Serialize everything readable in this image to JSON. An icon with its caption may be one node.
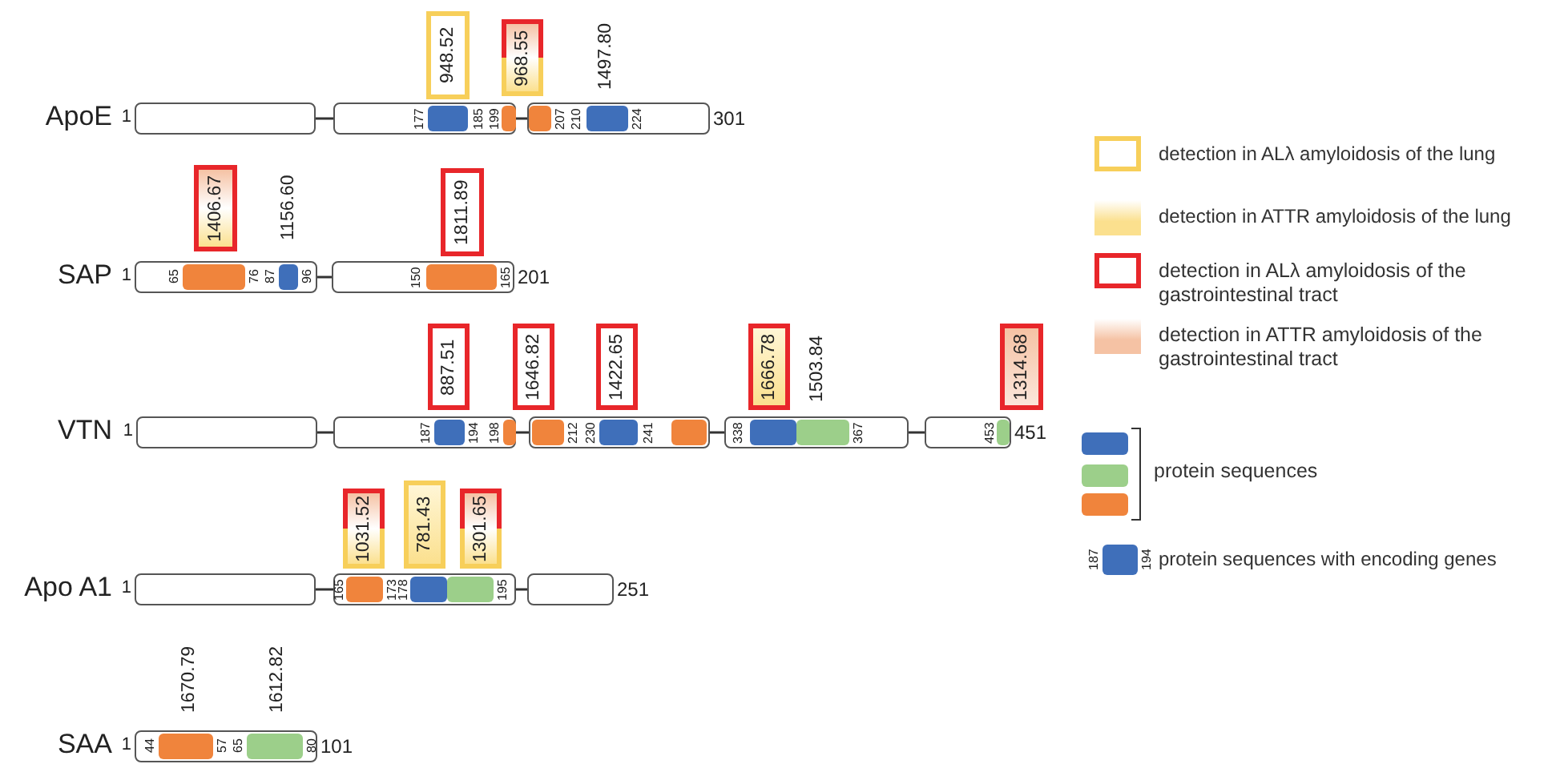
{
  "diagram": {
    "nodes": [
      {
        "text": [
          "948.52"
        ]
      },
      {
        "text": [
          "968.55"
        ]
      },
      {
        "text": [],
        "shape": "box",
        "beside": [
          "ApoE",
          "1"
        ]
      },
      {
        "text": [
          "177",
          "185",
          "199"
        ]
      },
      {
        "text": [
          "207",
          "210",
          "224"
        ],
        "beside": [
          "301"
        ]
      },
      {
        "text": [
          "1406.67"
        ]
      },
      {
        "text": [
          "1811.89"
        ]
      },
      {
        "text": [
          "65",
          "76",
          "87",
          "96"
        ],
        "beside": [
          "SAP",
          "1"
        ]
      },
      {
        "text": [
          "150",
          "165"
        ],
        "beside": [
          "201"
        ]
      },
      {
        "text": [
          "887.51"
        ]
      },
      {
        "text": [
          "1646.82"
        ]
      },
      {
        "text": [
          "1422.65"
        ]
      },
      {
        "text": [
          "1666.78"
        ]
      },
      {
        "text": [
          "1314.68"
        ]
      },
      {
        "text": [],
        "shape": "box",
        "beside": [
          "VTN",
          "1"
        ]
      },
      {
        "text": [
          "187",
          "194",
          "198"
        ]
      },
      {
        "text": [
          "212",
          "230",
          "241"
        ]
      },
      {
        "text": [
          "338",
          "367"
        ]
      },
      {
        "text": [
          "453"
        ],
        "beside": [
          "451"
        ]
      },
      {
        "text": [
          "1031.52"
        ]
      },
      {
        "text": [
          "781.43"
        ]
      },
      {
        "text": [
          "1301.65"
        ]
      },
      {
        "text": [],
        "shape": "box",
        "beside": [
          "Apo A1",
          "1"
        ]
      },
      {
        "text": [
          "165",
          "173",
          "178",
          "195"
        ]
      },
      {
        "text": [],
        "shape": "box",
        "beside": [
          "251"
        ]
      },
      {
        "text": [
          "44",
          "57",
          "65",
          "80"
        ],
        "beside": [
          "SAA",
          "1",
          "101"
        ]
      }
    ],
    "edges": [
      {
        "from": 2,
        "to": 3,
        "arrow": "none"
      },
      {
        "from": 3,
        "to": 4,
        "arrow": "none"
      },
      {
        "from": 7,
        "to": 8,
        "arrow": "none"
      },
      {
        "from": 14,
        "to": 15,
        "arrow": "none"
      },
      {
        "from": 15,
        "to": 16,
        "arrow": "none"
      },
      {
        "from": 16,
        "to": 17,
        "arrow": "none"
      },
      {
        "from": 17,
        "to": 18,
        "arrow": "none"
      },
      {
        "from": 22,
        "to": 23,
        "arrow": "none"
      },
      {
        "from": 23,
        "to": 24,
        "arrow": "none"
      }
    ],
    "labels": [
      "1497.80",
      "1156.60",
      "1503.84",
      "1670.79",
      "1612.82",
      "187",
      "194"
    ],
    "legend": [
      {
        "text": "detection in ALλ amyloidosis of the lung"
      },
      {
        "text": "detection in ATTR amyloidosis of the lung",
        "color": "#fbe08e"
      },
      {
        "text": "detection in ALλ amyloidosis of the gastrointestinal tract"
      },
      {
        "text": "detection in ATTR amyloidosis of the gastrointestinal tract",
        "color": "#f5c2a4"
      },
      {
        "text": "protein sequences"
      },
      {
        "text": "protein sequences with encoding genes"
      }
    ]
  }
}
